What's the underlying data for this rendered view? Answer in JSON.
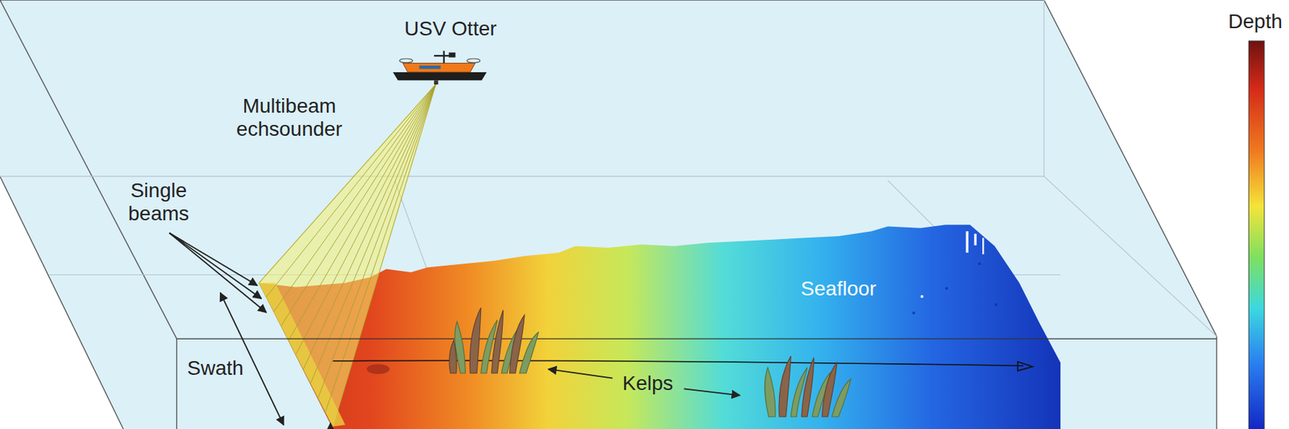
{
  "diagram": {
    "labels": [
      "USV Otter",
      "Multibeam echsounder",
      "Single beams",
      "Swath",
      "Kelps",
      "Seafloor",
      "Depth"
    ]
  }
}
